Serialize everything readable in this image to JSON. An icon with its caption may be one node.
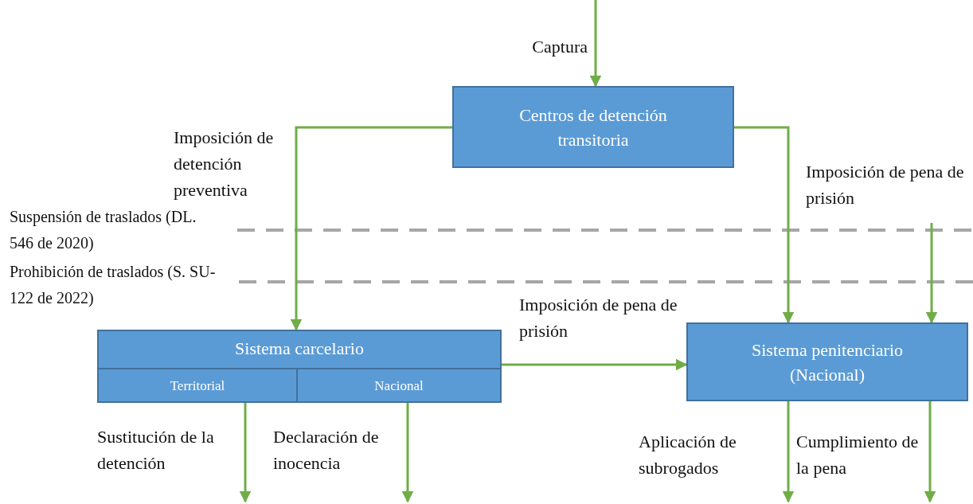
{
  "diagram": {
    "nodes": [
      {
        "text": [
          "Centros de detención transitoria"
        ]
      },
      {
        "text": [
          "Sistema carcelario"
        ]
      },
      {
        "text": [
          "Territorial"
        ],
        "in": 1
      },
      {
        "text": [
          "Nacional"
        ],
        "in": 1
      },
      {
        "text": [
          "Sistema penitenciario (Nacional)"
        ]
      }
    ],
    "edges": [
      {
        "from": null,
        "to": 0,
        "arrow": "to",
        "label": "Captura"
      },
      {
        "from": 0,
        "to": 1,
        "arrow": "to",
        "label": "Imposición de detención preventiva"
      },
      {
        "from": 0,
        "to": 4,
        "arrow": "to"
      },
      {
        "from": null,
        "to": 4,
        "arrow": "to",
        "label": "Imposición de pena de prisión"
      },
      {
        "from": 1,
        "to": 4,
        "arrow": "to",
        "label": "Imposición de pena de prisión"
      },
      {
        "from": 2,
        "to": null,
        "arrow": "to",
        "label": "Sustitución de la detención"
      },
      {
        "from": 3,
        "to": null,
        "arrow": "to",
        "label": "Declaración de inocencia"
      },
      {
        "from": 4,
        "to": null,
        "arrow": "to",
        "label": "Aplicación de subrogados"
      },
      {
        "from": 4,
        "to": null,
        "arrow": "to",
        "label": "Cumplimiento de la pena"
      }
    ],
    "labels": [
      "Suspensión de traslados (DL. 546 de 2020)",
      "Prohibición de traslados (S. SU-122 de 2022)"
    ]
  }
}
